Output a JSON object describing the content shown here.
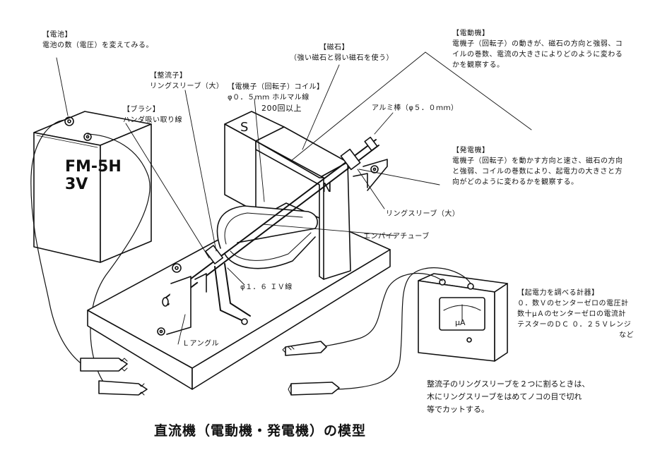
{
  "title": "直流機（電動機・発電機）の模型",
  "battery": {
    "heading": "【電池】",
    "desc": "電池の数（電圧）を変えてみる。",
    "model": "FM-5H",
    "voltage": "3V"
  },
  "commutator": {
    "heading": "【整流子】",
    "desc": "リングスリーブ（大）"
  },
  "brush": {
    "heading": "【ブラシ】",
    "desc": "ハンダ吸い取り線"
  },
  "armature_coil": {
    "heading": "【電機子（回転子）コイル】",
    "desc": "φ０．５ｍｍ ホルマル線",
    "note": "200回以上"
  },
  "magnet": {
    "heading": "【磁石】",
    "desc": "（強い磁石と弱い磁石を使う）",
    "pole_s": "S",
    "pole_n": "N"
  },
  "aluminum_rod": "アルミ棒（φ５．０ｍｍ）",
  "motor": {
    "heading": "【電動機】",
    "lines": [
      "電機子（回転子）の動きが、磁石の方向と強弱、コ",
      "イルの巻数、電流の大きさによりどのように変わる",
      "かを観察する。"
    ]
  },
  "generator": {
    "heading": "【発電機】",
    "lines": [
      "電機子（回転子）を動かす方向と速さ、磁石の方向",
      "と強弱、コイルの巻数により、起電力の大きさと方",
      "向がどのように変わるかを観察する。"
    ]
  },
  "ring_sleeve_right": "リングスリーブ（大）",
  "empire_tube": "エンパイアチューブ",
  "iv_wire": "φ１．６ ＩＶ線",
  "l_angle": "Ｌアングル",
  "meter": {
    "heading": "【起電力を調べる計器】",
    "lines": [
      "０．数Ｖのセンターゼロの電圧計",
      "数十μＡのセンターゼロの電流計",
      "テスターのＤＣ ０．２５Ｖレンジ",
      "など"
    ],
    "dial_unit": "μA"
  },
  "hand_note": {
    "lines": [
      "整流子のリングスリーブを２つに割るときは、",
      "木にリングスリーブをはめてノコの目で切れ",
      "等でカットする。"
    ]
  }
}
